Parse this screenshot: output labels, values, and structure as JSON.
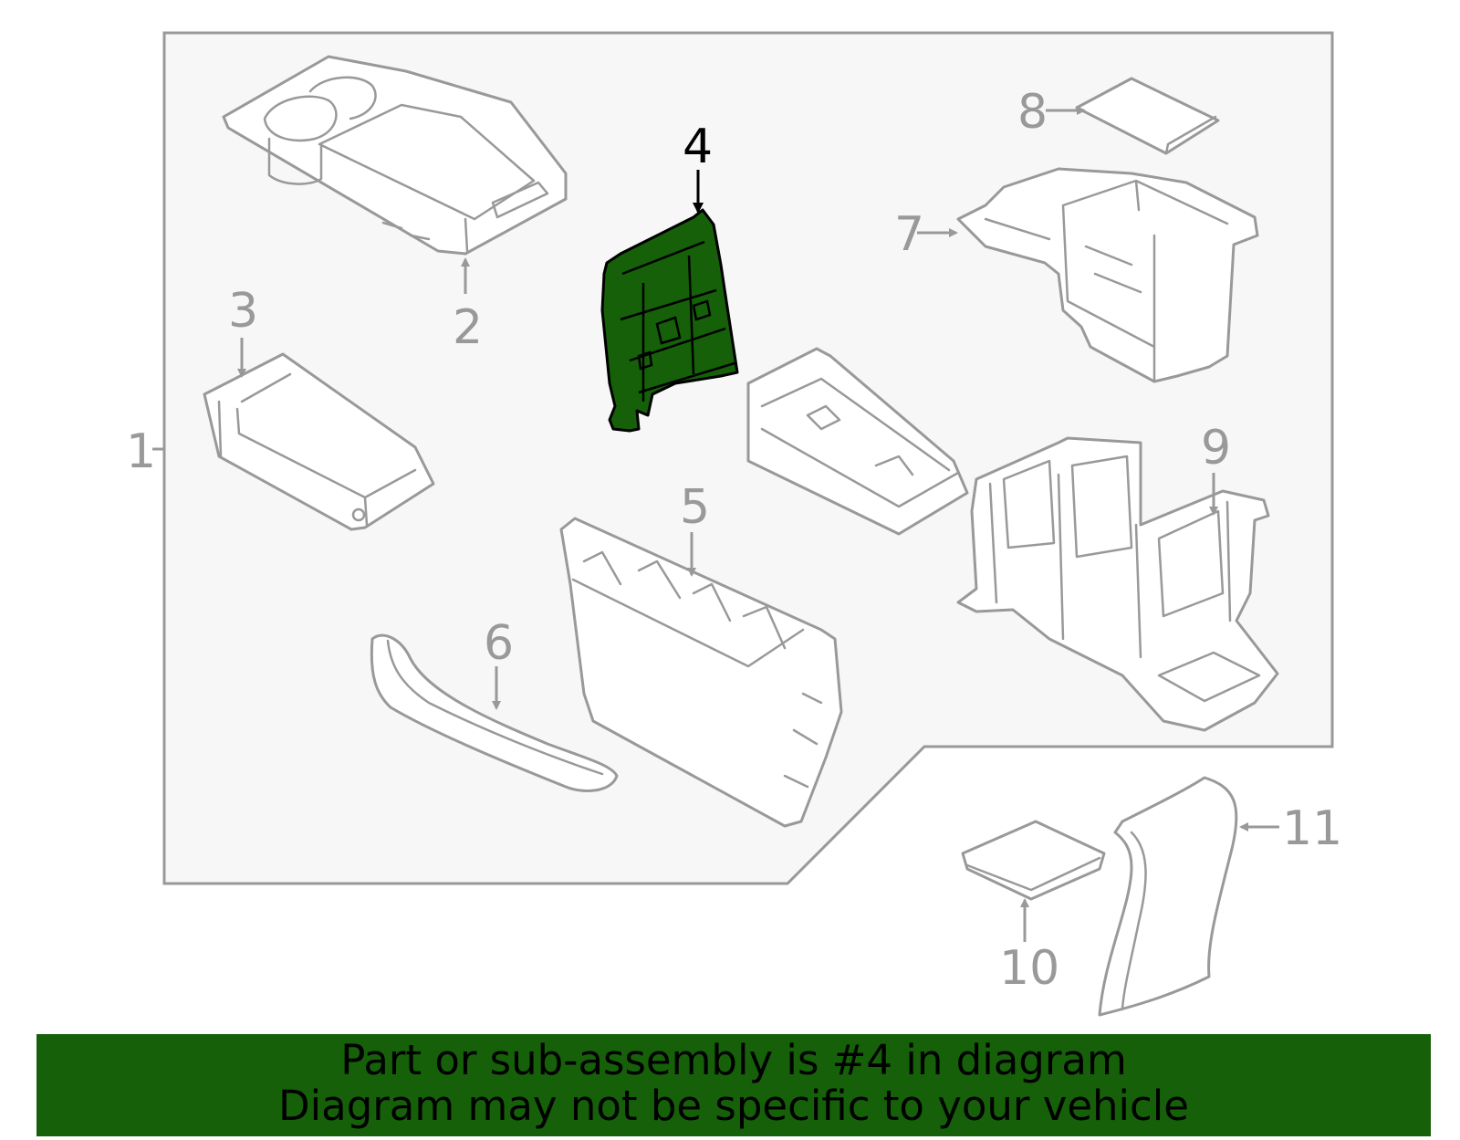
{
  "callouts": {
    "c1": "1",
    "c2": "2",
    "c3": "3",
    "c4": "4",
    "c5": "5",
    "c6": "6",
    "c7": "7",
    "c8": "8",
    "c9": "9",
    "c10": "10",
    "c11": "11"
  },
  "highlighted_part": "4",
  "colors": {
    "highlight": "#156009",
    "outline": "#999999",
    "frame_fill": "#f7f7f7",
    "banner_bg": "#156009"
  },
  "banner": {
    "line1": "Part or sub-assembly is #4 in diagram",
    "line2": "Diagram may not be specific to your vehicle"
  }
}
